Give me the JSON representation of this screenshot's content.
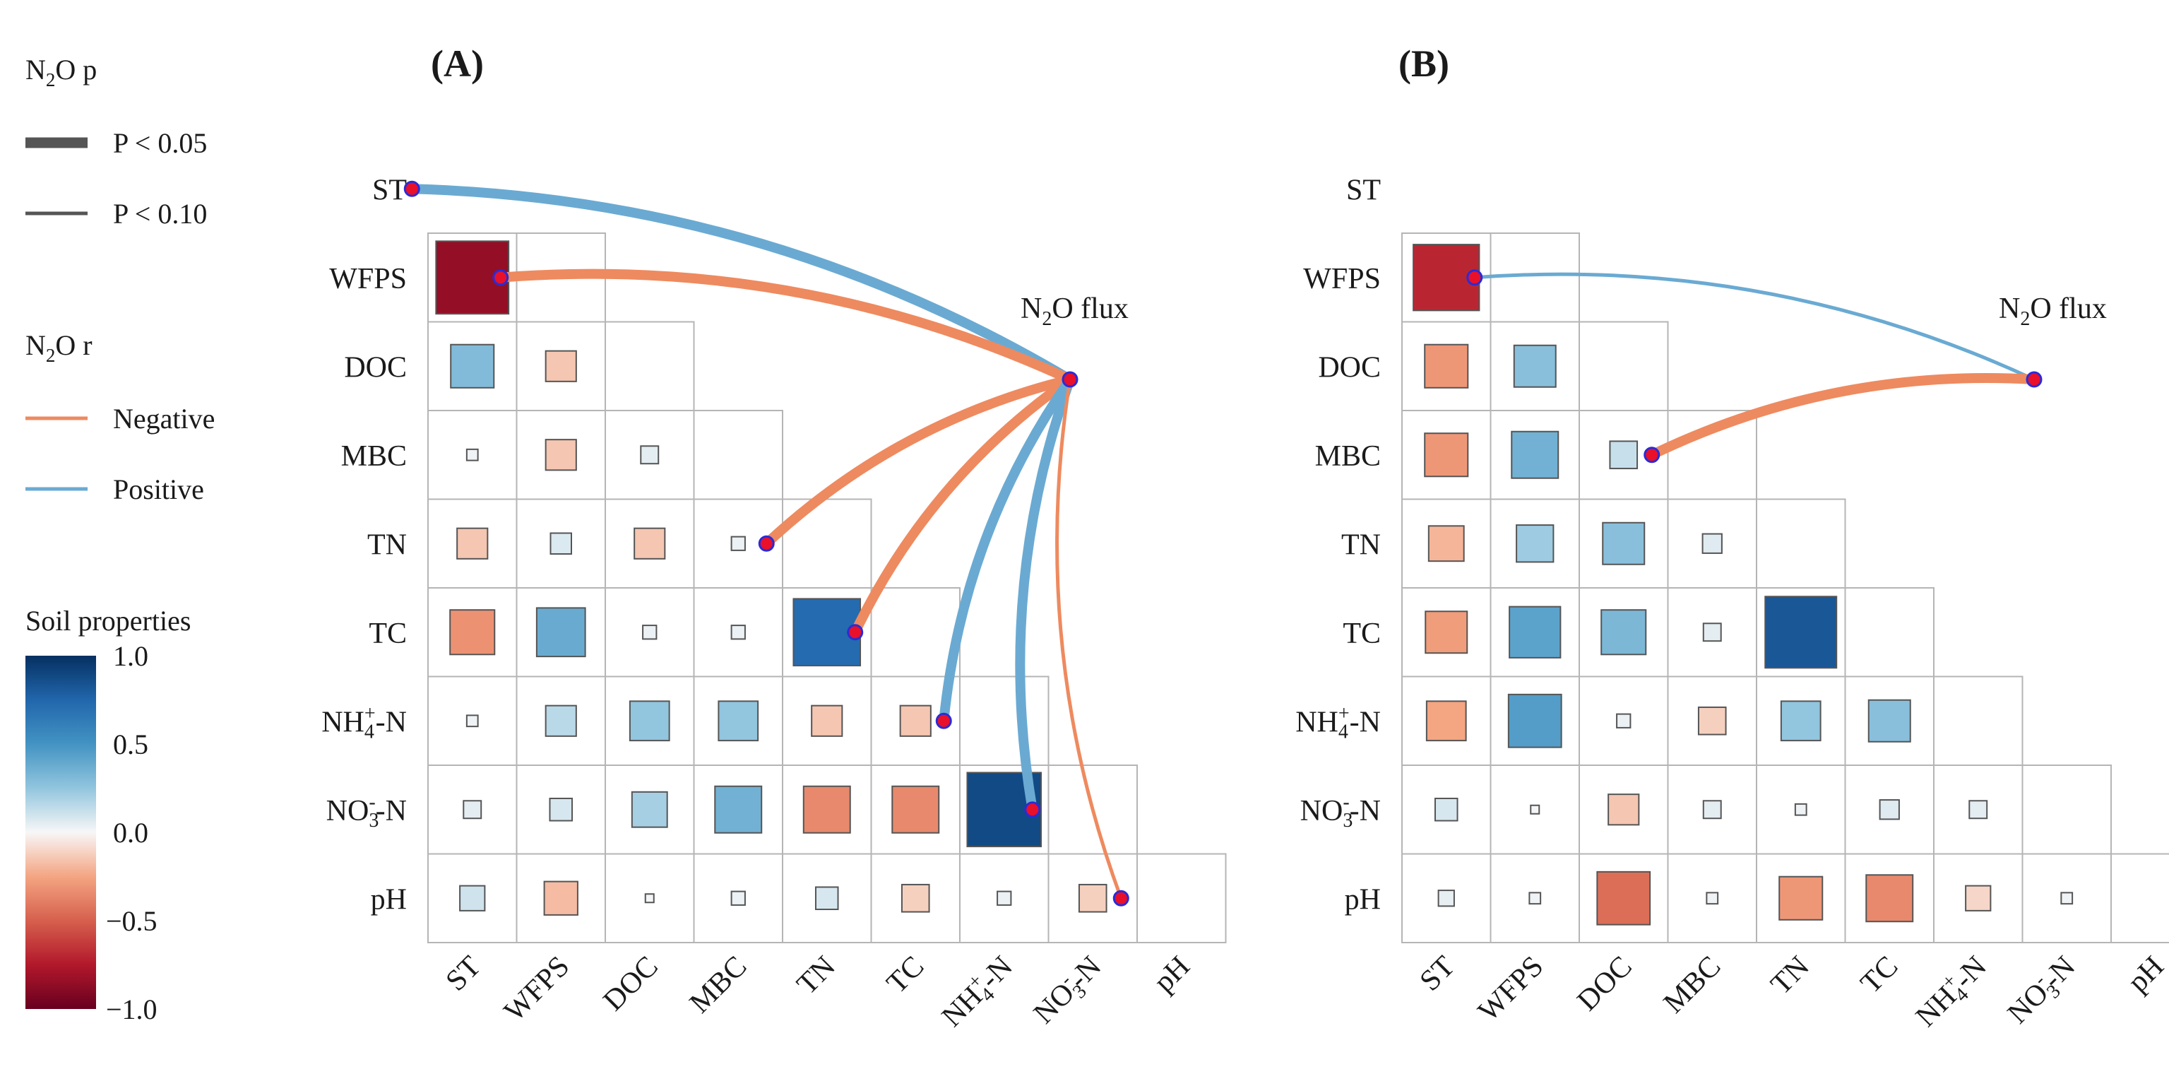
{
  "legend": {
    "p_title_base": "N",
    "p_title_sub": "2",
    "p_title_rest": "O p",
    "p_items": [
      "P < 0.05",
      "P < 0.10"
    ],
    "r_title_base": "N",
    "r_title_sub": "2",
    "r_title_rest": "O r",
    "r_items": [
      "Negative",
      "Positive"
    ],
    "colorbar_title": "Soil properties",
    "colorbar_ticks": [
      "1.0",
      "0.5",
      "0.0",
      "−0.5",
      "−1.0"
    ],
    "colors": {
      "negative_line": "#ee8a5f",
      "positive_line": "#6aaad2",
      "node_fill": "#e8102a",
      "node_stroke": "#2b2bd6",
      "grid": "#b5b5b5"
    }
  },
  "chart_data": [
    {
      "type": "heatmap",
      "panel_label": "(A)",
      "target_label_base": "N",
      "target_label_sub": "2",
      "target_label_rest": "O flux",
      "variables": [
        {
          "base": "ST",
          "sub": "",
          "sup": "",
          "tail": ""
        },
        {
          "base": "WFPS",
          "sub": "",
          "sup": "",
          "tail": ""
        },
        {
          "base": "DOC",
          "sub": "",
          "sup": "",
          "tail": ""
        },
        {
          "base": "MBC",
          "sub": "",
          "sup": "",
          "tail": ""
        },
        {
          "base": "TN",
          "sub": "",
          "sup": "",
          "tail": ""
        },
        {
          "base": "TC",
          "sub": "",
          "sup": "",
          "tail": ""
        },
        {
          "base": "NH",
          "sub": "4",
          "sup": "+",
          "tail": "-N"
        },
        {
          "base": "NO",
          "sub": "3",
          "sup": "-",
          "tail": "-N"
        },
        {
          "base": "pH",
          "sub": "",
          "sup": "",
          "tail": ""
        }
      ],
      "matrix": [
        [],
        [
          -0.85
        ],
        [
          0.3,
          -0.15
        ],
        [
          0.02,
          -0.15,
          0.05
        ],
        [
          -0.15,
          0.07,
          -0.15,
          0.03
        ],
        [
          -0.32,
          0.38,
          0.03,
          0.03,
          0.72
        ],
        [
          0.02,
          0.15,
          0.25,
          0.25,
          -0.15,
          -0.15
        ],
        [
          0.05,
          0.08,
          0.2,
          0.35,
          -0.35,
          -0.35,
          0.88
        ],
        [
          0.1,
          -0.18,
          0.01,
          0.03,
          0.08,
          -0.12,
          0.03,
          -0.12
        ]
      ],
      "links": [
        {
          "variable": "ST",
          "sign": "Positive",
          "p_level": "P < 0.05"
        },
        {
          "variable": "WFPS",
          "sign": "Negative",
          "p_level": "P < 0.05"
        },
        {
          "variable": "TN",
          "sign": "Negative",
          "p_level": "P < 0.05"
        },
        {
          "variable": "TC",
          "sign": "Negative",
          "p_level": "P < 0.05"
        },
        {
          "variable": "NH4+-N",
          "sign": "Positive",
          "p_level": "P < 0.05"
        },
        {
          "variable": "NO3--N",
          "sign": "Positive",
          "p_level": "P < 0.05"
        },
        {
          "variable": "pH",
          "sign": "Negative",
          "p_level": "P < 0.10"
        }
      ]
    },
    {
      "type": "heatmap",
      "panel_label": "(B)",
      "target_label_base": "N",
      "target_label_sub": "2",
      "target_label_rest": "O flux",
      "variables": [
        {
          "base": "ST",
          "sub": "",
          "sup": "",
          "tail": ""
        },
        {
          "base": "WFPS",
          "sub": "",
          "sup": "",
          "tail": ""
        },
        {
          "base": "DOC",
          "sub": "",
          "sup": "",
          "tail": ""
        },
        {
          "base": "MBC",
          "sub": "",
          "sup": "",
          "tail": ""
        },
        {
          "base": "TN",
          "sub": "",
          "sup": "",
          "tail": ""
        },
        {
          "base": "TC",
          "sub": "",
          "sup": "",
          "tail": ""
        },
        {
          "base": "NH",
          "sub": "4",
          "sup": "+",
          "tail": "-N"
        },
        {
          "base": "NO",
          "sub": "3",
          "sup": "-",
          "tail": "-N"
        },
        {
          "base": "pH",
          "sub": "",
          "sup": "",
          "tail": ""
        }
      ],
      "matrix": [
        [],
        [
          -0.7
        ],
        [
          -0.3,
          0.28
        ],
        [
          -0.3,
          0.35,
          0.12
        ],
        [
          -0.2,
          0.22,
          0.28,
          0.06
        ],
        [
          -0.28,
          0.42,
          0.32,
          0.05,
          0.82
        ],
        [
          -0.25,
          0.45,
          0.03,
          -0.12,
          0.25,
          0.28
        ],
        [
          0.08,
          0.01,
          -0.15,
          0.05,
          0.02,
          0.06,
          0.05
        ],
        [
          0.04,
          0.02,
          -0.45,
          0.02,
          -0.3,
          -0.35,
          -0.1,
          0.02
        ]
      ],
      "links": [
        {
          "variable": "WFPS",
          "sign": "Positive",
          "p_level": "P < 0.10"
        },
        {
          "variable": "MBC",
          "sign": "Negative",
          "p_level": "P < 0.05"
        }
      ]
    }
  ]
}
